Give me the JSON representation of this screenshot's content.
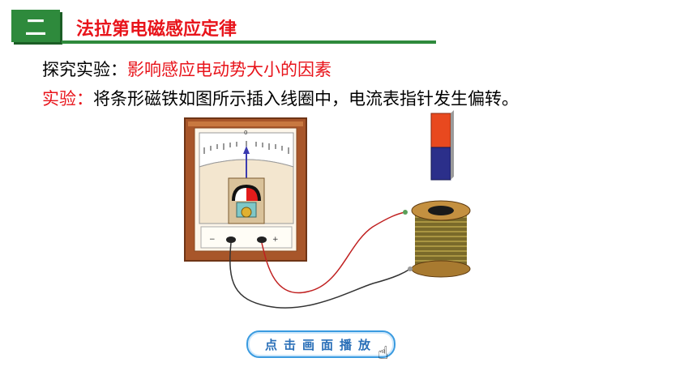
{
  "header": {
    "badge": "二",
    "title": "法拉第电磁感应定律"
  },
  "content": {
    "line1_prefix": "探究实验：",
    "line1_highlight": "影响感应电动势大小的因素",
    "line2_prefix": "实验：",
    "line2_text": "将条形磁铁如图所示插入线圈中，电流表指针发生偏转。"
  },
  "galvanometer": {
    "zero_label": "0",
    "minus_label": "−",
    "plus_label": "+"
  },
  "controls": {
    "play_label": "点击画面播放",
    "pointer_icon": "hand-pointer-icon"
  },
  "colors": {
    "accent_green": "#2e8a3c",
    "title_red": "#e8141b",
    "magnet_north": "#e8491f",
    "magnet_south": "#2b2f8a",
    "button_blue": "#3a9be0"
  }
}
